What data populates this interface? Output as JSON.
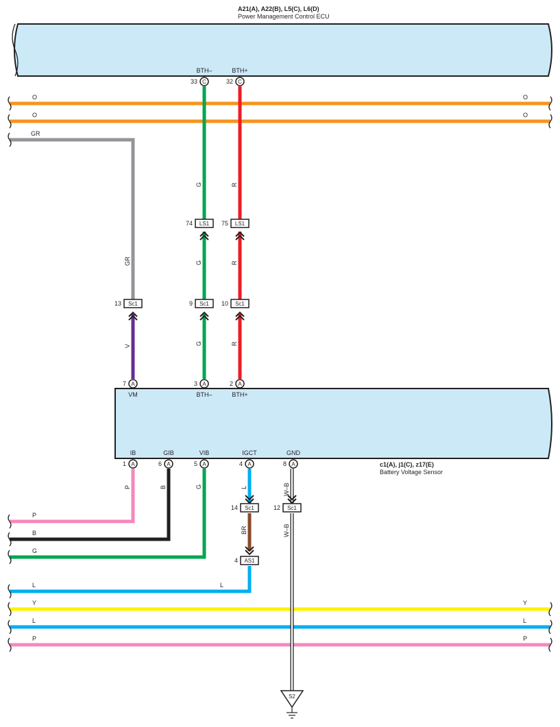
{
  "ecu": {
    "codes": "A21(A), A22(B), L5(C), L6(D)",
    "name": "Power Management Control ECU",
    "pins": [
      {
        "num": "33",
        "conn": "C",
        "label": "BTH–"
      },
      {
        "num": "32",
        "conn": "C",
        "label": "BTH+"
      }
    ]
  },
  "sensor": {
    "codes": "c1(A), j1(C), z17(E)",
    "name": "Battery Voltage Sensor",
    "top_pins": [
      {
        "num": "7",
        "conn": "A",
        "label": "VM"
      },
      {
        "num": "3",
        "conn": "A",
        "label": "BTH–"
      },
      {
        "num": "2",
        "conn": "A",
        "label": "BTH+"
      }
    ],
    "bottom_pins": [
      {
        "num": "1",
        "conn": "A",
        "label": "IB"
      },
      {
        "num": "6",
        "conn": "A",
        "label": "GIB"
      },
      {
        "num": "5",
        "conn": "A",
        "label": "VIB"
      },
      {
        "num": "4",
        "conn": "A",
        "label": "IGCT"
      },
      {
        "num": "8",
        "conn": "A",
        "label": "GND"
      }
    ]
  },
  "junctions": [
    {
      "num": "74",
      "label": "LS1"
    },
    {
      "num": "75",
      "label": "LS1"
    },
    {
      "num": "13",
      "label": "Sc1"
    },
    {
      "num": "9",
      "label": "Sc1"
    },
    {
      "num": "10",
      "label": "Sc1"
    },
    {
      "num": "14",
      "label": "Sc1"
    },
    {
      "num": "12",
      "label": "Sc1"
    },
    {
      "num": "4",
      "label": "AS1"
    }
  ],
  "ground": {
    "label": "S2"
  },
  "wires": {
    "bus_o1": {
      "left": "O",
      "right": "O",
      "color": "#f7941d"
    },
    "bus_o2": {
      "left": "O",
      "right": "O",
      "color": "#f7941d"
    },
    "gr": {
      "left": "GR",
      "vertical": "GR",
      "color": "#939598"
    },
    "v": {
      "label": "V",
      "color": "#662d91"
    },
    "g_bth": {
      "upper": "G",
      "middle": "G",
      "lower": "G",
      "color": "#00a651"
    },
    "r_bth": {
      "upper": "R",
      "middle": "R",
      "lower": "R",
      "color": "#ed1c24"
    },
    "p_ib": {
      "vertical": "P",
      "left": "P",
      "color": "#f588bd"
    },
    "b_gib": {
      "vertical": "B",
      "left": "B",
      "color": "#231f20"
    },
    "g_vib": {
      "vertical": "G",
      "left": "G",
      "color": "#00a651"
    },
    "l_igct": {
      "vertical": "L",
      "color": "#00aeef"
    },
    "br": {
      "label": "BR",
      "color": "#8b4a2b"
    },
    "l_as1": {
      "left": "L",
      "mid": "L",
      "color": "#00aeef"
    },
    "wb": {
      "upper": "W–B",
      "lower": "W–B",
      "color": "#ffffff"
    },
    "bus_y": {
      "left": "Y",
      "right": "Y",
      "color": "#fff200"
    },
    "bus_l": {
      "left": "L",
      "right": "L",
      "color": "#00aeef"
    },
    "bus_p": {
      "left": "P",
      "right": "P",
      "color": "#f588bd"
    }
  },
  "colors": {
    "box_fill": "#cce9f8",
    "outline": "#231f20"
  }
}
